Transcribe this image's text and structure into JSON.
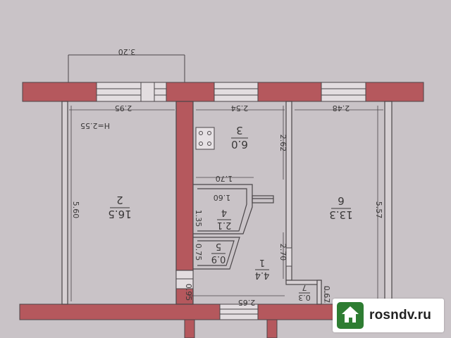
{
  "plan": {
    "dimensions": {
      "top_overall": "3.20",
      "room2_width": "2.95",
      "room3_width": "2.54",
      "room6_width": "2.48",
      "room2_length": "5.60",
      "room6_length": "5.57",
      "room3_depth": "2.62",
      "wall_170": "1.70",
      "wall_160": "1.60",
      "wall_135": "1.35",
      "wall_075": "0.75",
      "wall_270": "2.70",
      "wall_095": "0.95",
      "wall_265": "2.65",
      "wall_067": "0.67",
      "ceiling_height": "H=2.55"
    },
    "rooms": [
      {
        "number": "2",
        "area": "16.5"
      },
      {
        "number": "3",
        "area": "6.0"
      },
      {
        "number": "6",
        "area": "13.3"
      },
      {
        "number": "4",
        "area": "2.1"
      },
      {
        "number": "5",
        "area": "0.9"
      },
      {
        "number": "1",
        "area": "4.4"
      },
      {
        "number": "7",
        "area": "0.3"
      }
    ]
  },
  "watermark": {
    "text": "rosndv.ru",
    "icon": "house-icon",
    "brand_color": "#2e7d32"
  },
  "colors": {
    "wall": "#b5585d",
    "line": "#4a4548",
    "background": "#c9c3c7"
  }
}
